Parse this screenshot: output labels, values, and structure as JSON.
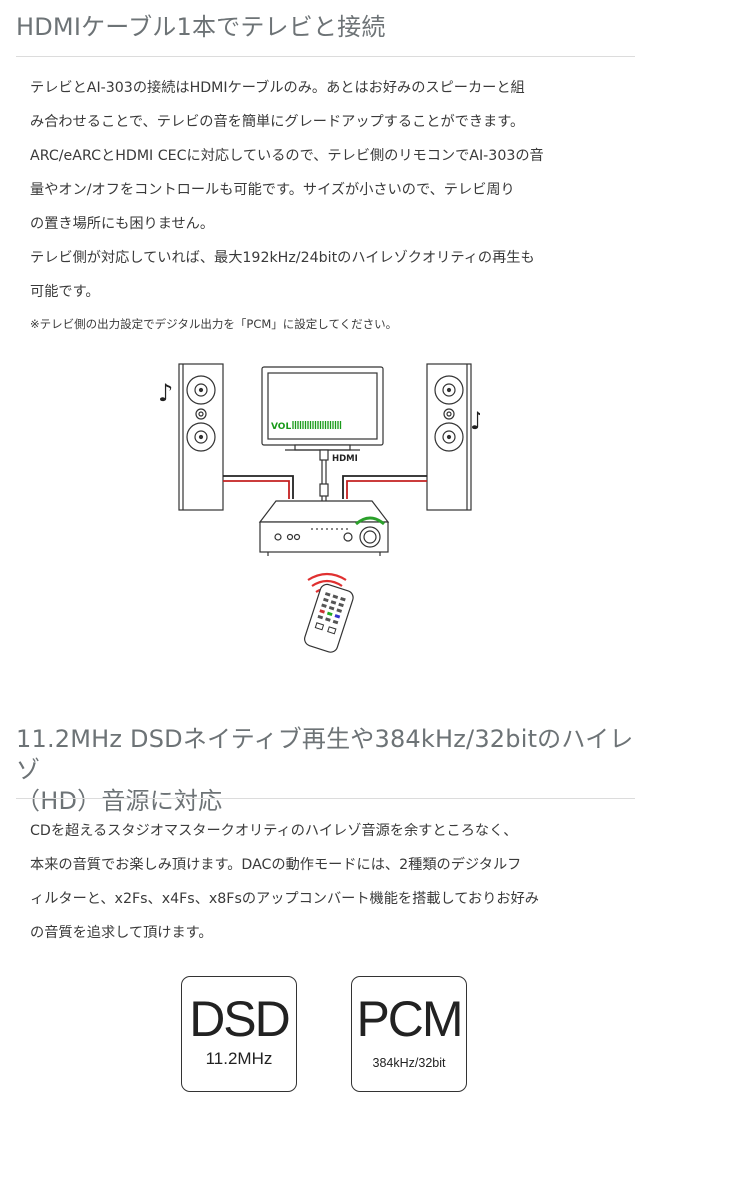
{
  "section1": {
    "title": "HDMIケーブル1本でテレビと接続",
    "lines": [
      "テレビとAI-303の接続はHDMIケーブルのみ。あとはお好みのスピーカーと組",
      "み合わせることで、テレビの音を簡単にグレードアップすることができます。",
      "ARC/eARCとHDMI CECに対応しているので、テレビ側のリモコンでAI-303の音",
      "量やオン/オフをコントロールも可能です。サイズが小さいので、テレビ周り",
      "の置き場所にも困りません。",
      "テレビ側が対応していれば、最大192kHz/24bitのハイレゾクオリティの再生も",
      "可能です。"
    ],
    "note": "※テレビ側の出力設定でデジタル出力を「PCM」に設定してください。"
  },
  "illustration": {
    "tv_volume_label": "VOL",
    "hdmi_logo_text": "HDMI"
  },
  "section2": {
    "title_line1": "11.2MHz DSDネイティブ再生や384kHz/32bitのハイレゾ",
    "title_line2": "（HD）音源に対応",
    "lines": [
      "CDを超えるスタジオマスタークオリティのハイレゾ音源を余すところなく、",
      "本来の音質でお楽しみ頂けます。DACの動作モードには、2種類のデジタルフ",
      "ィルターと、x2Fs、x4Fs、x8Fsのアップコンバート機能を搭載しておりお好み",
      "の音質を追求して頂けます。"
    ]
  },
  "badges": {
    "dsd": {
      "main": "DSD",
      "sub": "11.2MHz"
    },
    "pcm": {
      "main": "PCM",
      "sub": "384kHz/32bit"
    }
  },
  "colors": {
    "heading": "#6d7376",
    "tv_screen_text": "#1a9a1a",
    "remote_signal": "#e03030",
    "cable_red": "#c42020",
    "amp_led": "#2aa02a"
  }
}
